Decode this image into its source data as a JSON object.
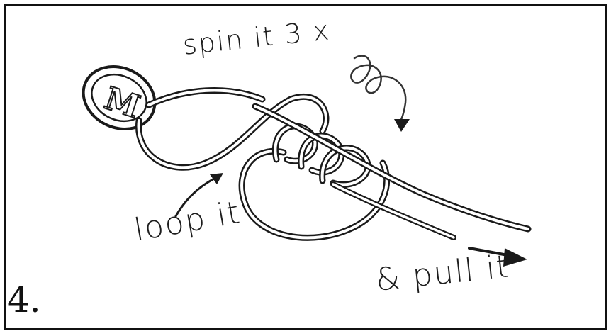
{
  "labels": {
    "spin": "spin it 3 x",
    "loop": "loop it",
    "pull": "& pull it",
    "step_number": "4."
  },
  "logo": {
    "letter": "M"
  },
  "colors": {
    "ink": "#1a1a1a",
    "paper": "#ffffff"
  },
  "icons": [
    "curved-arrow-icon",
    "spiral-arrow-icon",
    "straight-arrow-icon"
  ]
}
